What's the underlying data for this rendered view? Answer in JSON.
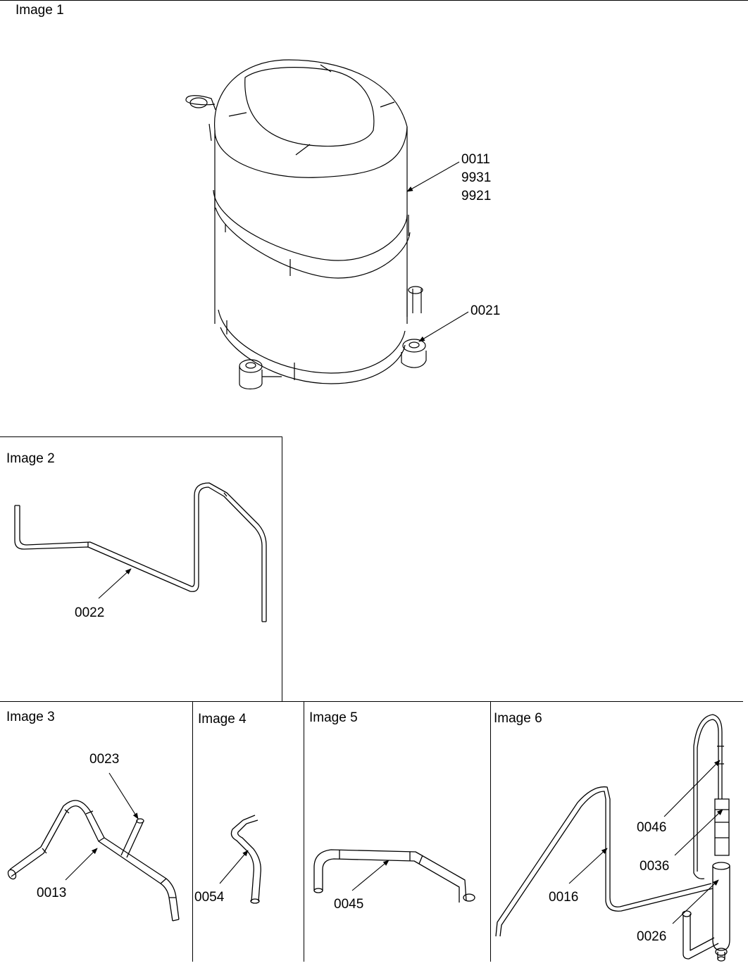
{
  "panels": [
    {
      "title": "Image 1",
      "callouts": [
        [
          "0011",
          "9931",
          "9921"
        ],
        [
          "0021"
        ]
      ]
    },
    {
      "title": "Image 2",
      "callouts": [
        [
          "0022"
        ]
      ]
    },
    {
      "title": "Image 3",
      "callouts": [
        [
          "0023"
        ],
        [
          "0013"
        ]
      ]
    },
    {
      "title": "Image 4",
      "callouts": [
        [
          "0054"
        ]
      ]
    },
    {
      "title": "Image 5",
      "callouts": [
        [
          "0045"
        ]
      ]
    },
    {
      "title": "Image 6",
      "callouts": [
        [
          "0046"
        ],
        [
          "0036"
        ],
        [
          "0016"
        ],
        [
          "0026"
        ]
      ]
    }
  ]
}
